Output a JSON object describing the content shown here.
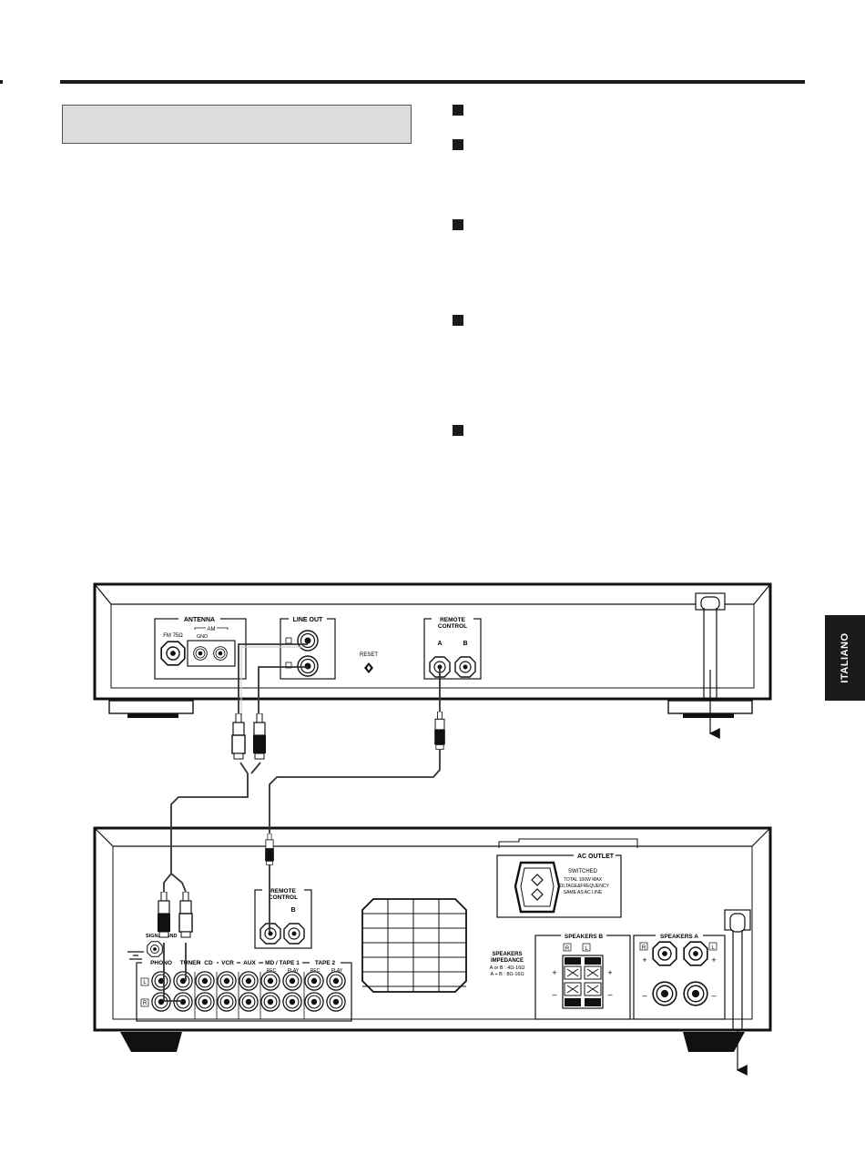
{
  "language_tab": "ITALIANO",
  "tuner": {
    "antenna_label": "ANTENNA",
    "fm_label": "FM 75Ω",
    "am_label": "AM",
    "gnd_label": "GND",
    "line_out_label": "LINE OUT",
    "reset_label": "RESET",
    "remote_control_line1": "REMOTE",
    "remote_control_line2": "CONTROL",
    "jack_a": "A",
    "jack_b": "B"
  },
  "amplifier": {
    "ac_outlet_label": "AC OUTLET",
    "switched_label": "SWITCHED",
    "ac_spec_line1": "TOTAL 100W MAX",
    "ac_spec_line2": "VOLTAGE&FREQUENCY",
    "ac_spec_line3": "SAME AS AC LINE",
    "remote_control_line1": "REMOTE",
    "remote_control_line2": "CONTROL",
    "remote_jack_b": "B",
    "signal_gnd_label": "SIGNAL GND",
    "input_labels": [
      "PHONO",
      "TUNER",
      "CD",
      "VCR",
      "AUX",
      "MD / TAPE 1",
      "TAPE 2"
    ],
    "rec_label": "REC",
    "play_label": "PLAY",
    "channel_l": "L",
    "channel_r": "R",
    "speakers_impedance_line1": "SPEAKERS",
    "speakers_impedance_line2": "IMPEDANCE",
    "speakers_impedance_line3": "A or B : 4Ω-16Ω",
    "speakers_impedance_line4": "A + B : 8Ω-16Ω",
    "speakers_b_label": "SPEAKERS B",
    "speakers_a_label": "SPEAKERS A",
    "plus": "+",
    "minus": "–"
  }
}
